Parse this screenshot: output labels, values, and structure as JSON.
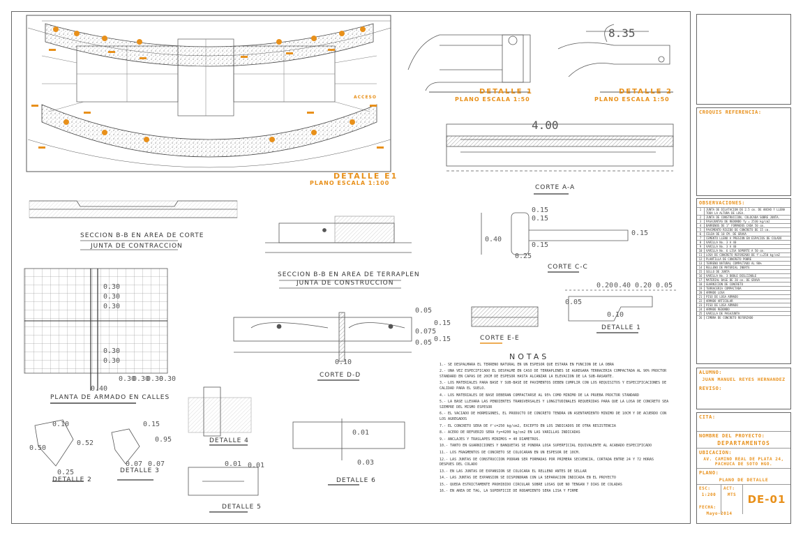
{
  "drawing": {
    "plan_title": "DETALLE E1",
    "plan_scale": "PLANO ESCALA 1:100",
    "acceso": "ACCESO",
    "detalle1": {
      "title": "DETALLE 1",
      "scale": "PLANO ESCALA 1:50"
    },
    "detalle2": {
      "title": "DETALLE 2",
      "scale": "PLANO ESCALA 1:50",
      "dim": "8.35"
    },
    "corte_a": {
      "caption": "CORTE A-A",
      "dim": "4.00"
    },
    "corte_c": {
      "caption": "CORTE C-C",
      "dims": [
        "0.15",
        "0.15",
        "0.40",
        "0.15",
        "0.25",
        "0.15"
      ]
    },
    "corte_e": {
      "caption": "CORTE E-E"
    },
    "detalle1b": {
      "caption": "DETALLE 1",
      "dims": [
        "0.20",
        "0.40",
        "0.20",
        "0.05",
        "0.05",
        "0.10"
      ]
    },
    "corte_d": {
      "caption": "CORTE D-D",
      "dims": [
        "0.05",
        "0.15",
        "0.075",
        "0.05",
        "0.10",
        "0.15"
      ]
    },
    "seccion_a": {
      "title": "SECCION B-B EN AREA DE CORTE",
      "sub": "JUNTA DE CONTRACCION"
    },
    "seccion_b": {
      "title": "SECCION B-B EN AREA DE TERRAPLEN",
      "sub": "JUNTA DE CONSTRUCCION"
    },
    "planta": {
      "caption": "PLANTA DE ARMADO EN CALLES",
      "dims": [
        "0.30",
        "0.30",
        "0.30",
        "0.30",
        "0.30",
        "0.40",
        "0.30",
        "0.30",
        "0.30",
        "0.30"
      ]
    },
    "detalle2b": {
      "caption": "DETALLE 2",
      "dims": [
        "0.10",
        "0.52",
        "0.50",
        "0.25"
      ]
    },
    "detalle3": {
      "caption": "DETALLE 3",
      "dims": [
        "0.15",
        "0.95",
        "0.07",
        "0.07"
      ]
    },
    "detalle4": {
      "caption": "DETALLE 4"
    },
    "detalle5": {
      "caption": "DETALLE 5",
      "dims": [
        "0.01",
        "0.01"
      ]
    },
    "detalle6": {
      "caption": "DETALLE 6",
      "dims": [
        "0.01",
        "0.03"
      ]
    }
  },
  "notes": {
    "title": "NOTAS",
    "items": [
      "1.- SE DESPALMARA EL TERRENO NATURAL EN UN ESPESOR QUE ESTARA EN FUNCION DE LA OBRA",
      "2.- UNA VEZ ESPECIFICADO EL DESPALME EN CASO DE TERRAPLENES SE AGREGARA TERRACERIA COMPACTADA AL 90% PROCTOR STANDARD EN CAPAS DE 20CM DE ESPESOR HASTA ALCANZAR LA ELEVACION DE LA SUB-RASANTE.",
      "3.- LOS MATERIALES PARA BASE Y SUB-BASE DE PAVIMENTOS DEBEN CUMPLIR CON LOS REQUISITOS Y ESPECIFICACIONES DE CALIDAD PARA EL SUELO.",
      "4.- LOS MATERIALES DE BASE DEBERAN COMPACTARSE AL 95% COMO MINIMO DE LA PRUEBA PROCTOR STANDARD",
      "5.- LA BASE LLEVARA LAS PENDIENTES TRANSVERSALES Y LONGITUDINALES REQUERIDAS PARA QUE LA LOSA DE CONCRETO SEA SIEMPRE DEL MISMO ESPESOR",
      "6.- EL VACIADO DE HORMIGONES, EL PRODUCTO DE CONCRETO TENDRA UN ASENTAMIENTO MINIMO DE 10CM Y DE ACUERDO CON LOS AGREGADOS",
      "7.- EL CONCRETO SERA DE f'c=250 kg/cm2, EXCEPTO EN LOS INDICADOS DE OTRA RESISTENCIA",
      "8.- ACERO DE REFUERZO SERA fy=4200 kg/cm2 EN LAS VARILLAS INDICADAS",
      "9.- ANCLAJES Y TRASLAPES MINIMOS = 40 DIAMETROS.",
      "10.- TANTO EN GUARNICIONES Y BANQUETAS SE PONDRA LOSA SUPERFICIAL EQUIVALENTE AL ACABADO ESPECIFICADO",
      "11.- LOS FRAGMENTOS DE CONCRETO SE COLOCARAN EN UN ESPESOR DE 10CM.",
      "12.- LAS JUNTAS DE CONSTRUCCION PODRAN SER FORMADAS POR PRIMERA SECUENCIA, CORTADA ENTRE 24 Y 72 HORAS DESPUES DEL COLADO",
      "13.- EN LAS JUNTAS DE EXPANSION SE COLOCARA EL RELLENO ANTES DE SELLAR",
      "14.- LAS JUNTAS DE EXPANSION SE DISPONDRAN CON LA SEPARACION INDICADA EN EL PROYECTO",
      "15.- QUEDA ESTRICTAMENTE PROHIBIDO CIRCULAR SOBRE LOSAS QUE NO TENGAN 7 DIAS DE COLADAS",
      "16.- EN AREA DE TAG, LA SUPERFICIE DE RODAMIENTO SERA LISA Y FIRME"
    ]
  },
  "titleblock": {
    "croquis": "CROQUIS REFERENCIA:",
    "observaciones": "OBSERVACIONES:",
    "obs_items": [
      "JUNTA DE DILATACION DE 2.5 cm. DE ANCHO Y LLENA TODA LA ALTURA DE LOSA.",
      "JUNTA DE CONSTRUCCION, COLOCADA SOBRE JUNTA.",
      "PASAJUNTAS DE REDONDO fy = 2530 kg/cm2",
      "BARRENOS DE 1\" FORMADOS CADA 50 cm.",
      "PAVIMENTO RIGIDO DE CONCRETO DE 15 cm.",
      "CELDA DE 10 CM. DE GRAVA",
      "CEMENTO LLENO A PRESION EN ESPACIOS DE COLADO",
      "VARILLA No. 3 A 40",
      "VARILLA No. 3 A 40",
      "VARILLA No. 6 LISA SOPORTE A 50 cm.",
      "LOSA DE CONCRETO REFORZADO DE f'c=250 kg/cm2",
      "PLANTILLA DE CONCRETO POBRE",
      "TERRENO NATURAL COMPACTADO AL 90%",
      "RELLENO DE MATERIAL INERTE",
      "SELLO DE JUNTA",
      "VARILLA No. 3 DOBLE DESLIZABLE",
      "MATERIAL BASE DE 20 cm. DE GRAVA",
      "GUARNICION DE CONCRETO",
      "TERRACERIA COMPACTADA",
      "ARMADO LOSA",
      "PISO DE LOSA ARMADO",
      "ARMADO ARTICULAR",
      "PISO DE LOSA ARMADO",
      "ARMADO REDONDO",
      "VARILLA DE PASAJUNTA",
      "CIMBRA DE CONCRETO REFORZADO"
    ],
    "alumno_label": "ALUMNO:",
    "alumno_name": "JUAN MANUEL REYES HERNANDEZ",
    "reviso_label": "REVISO:",
    "cita_label": "CITA:",
    "proyecto_label": "NOMBRE DEL PROYECTO:",
    "proyecto": "DEPARTAMENTOS",
    "ubicacion_label": "UBICACION:",
    "ubicacion": "AV. CAMINO REAL DE PLATA 24, PACHUCA DE SOTO HGO.",
    "plano_label": "PLANO:",
    "plano": "PLANO DE DETALLE",
    "esc_label": "ESC:",
    "esc": "1:200",
    "act_label": "ACT:",
    "act": "MTS",
    "fecha_label": "FECHA:",
    "fecha": "Mayo-2014",
    "sheet": "DE-01"
  },
  "colors": {
    "accent": "#e8901a",
    "line": "#444444"
  }
}
